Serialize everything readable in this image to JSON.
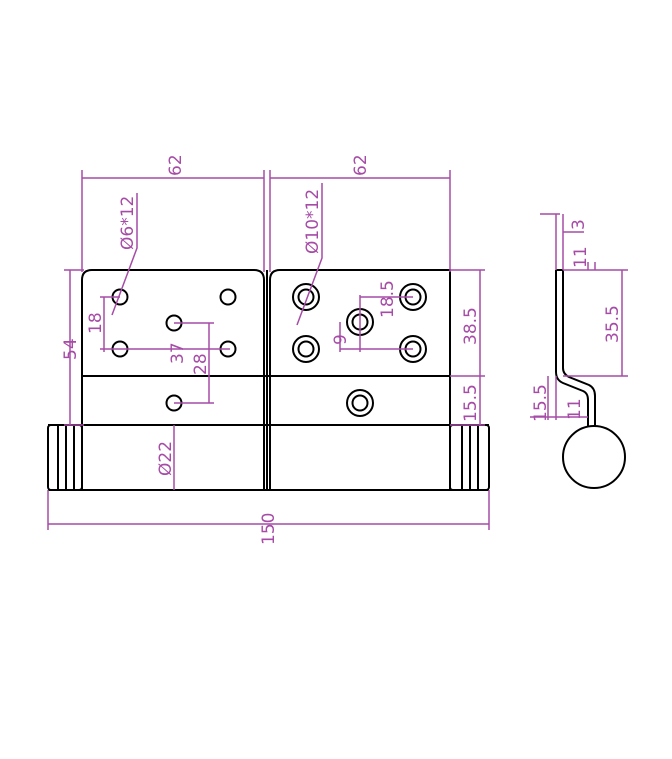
{
  "colors": {
    "part": "#000000",
    "dimension": "#a64ca6",
    "background": "#ffffff"
  },
  "dimensions": {
    "top_left_width": "62",
    "top_right_width": "62",
    "small_hole_callout": "Ø6*12",
    "large_hole_callout": "Ø10*12",
    "left_height": "54",
    "hole_spacing_18": "18",
    "hole_spacing_37": "37",
    "hole_spacing_28": "28",
    "hole_spacing_18_5": "18.5",
    "hole_spacing_9": "9",
    "right_height_38_5": "38.5",
    "right_height_15_5": "15.5",
    "barrel_diameter": "Ø22",
    "overall_width": "150",
    "side_3": "3",
    "side_11_top": "11",
    "side_35_5": "35.5",
    "side_15_5": "15.5",
    "side_11_bottom": "11"
  }
}
